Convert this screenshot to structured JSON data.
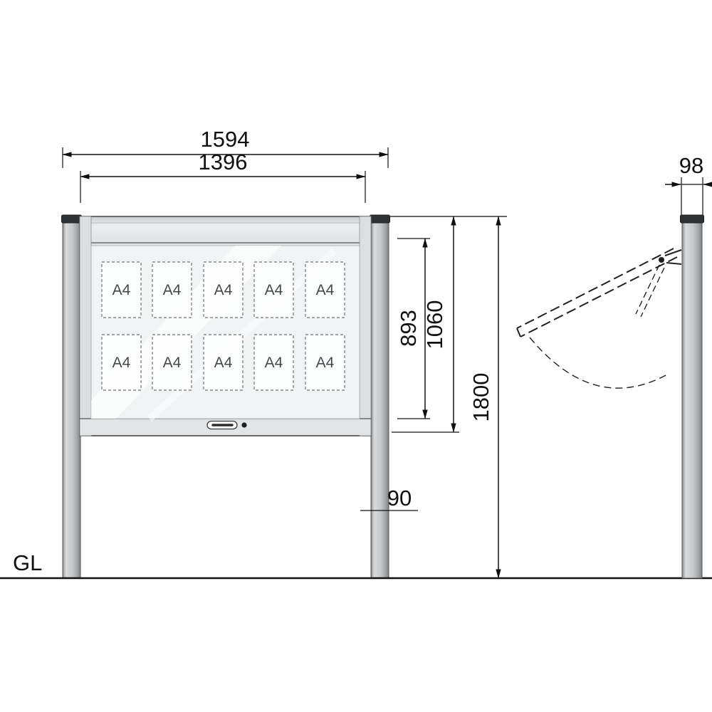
{
  "drawing": {
    "front_view": {
      "dim_outer_width": "1594",
      "dim_inner_width": "1396",
      "dim_opening_height": "893",
      "dim_cabinet_height": "1060",
      "dim_total_height": "1800",
      "dim_post_width": "90",
      "ground_label": "GL",
      "sheet_label": "A4",
      "sheet_rows": 2,
      "sheet_cols": 5
    },
    "side_view": {
      "dim_depth": "98"
    },
    "colors": {
      "line": "#111111",
      "post_gray": "#c3c6c8",
      "cap_dark": "#2f3234",
      "frame_light": "#e9ebec",
      "glass": "#f1f3f4"
    }
  }
}
